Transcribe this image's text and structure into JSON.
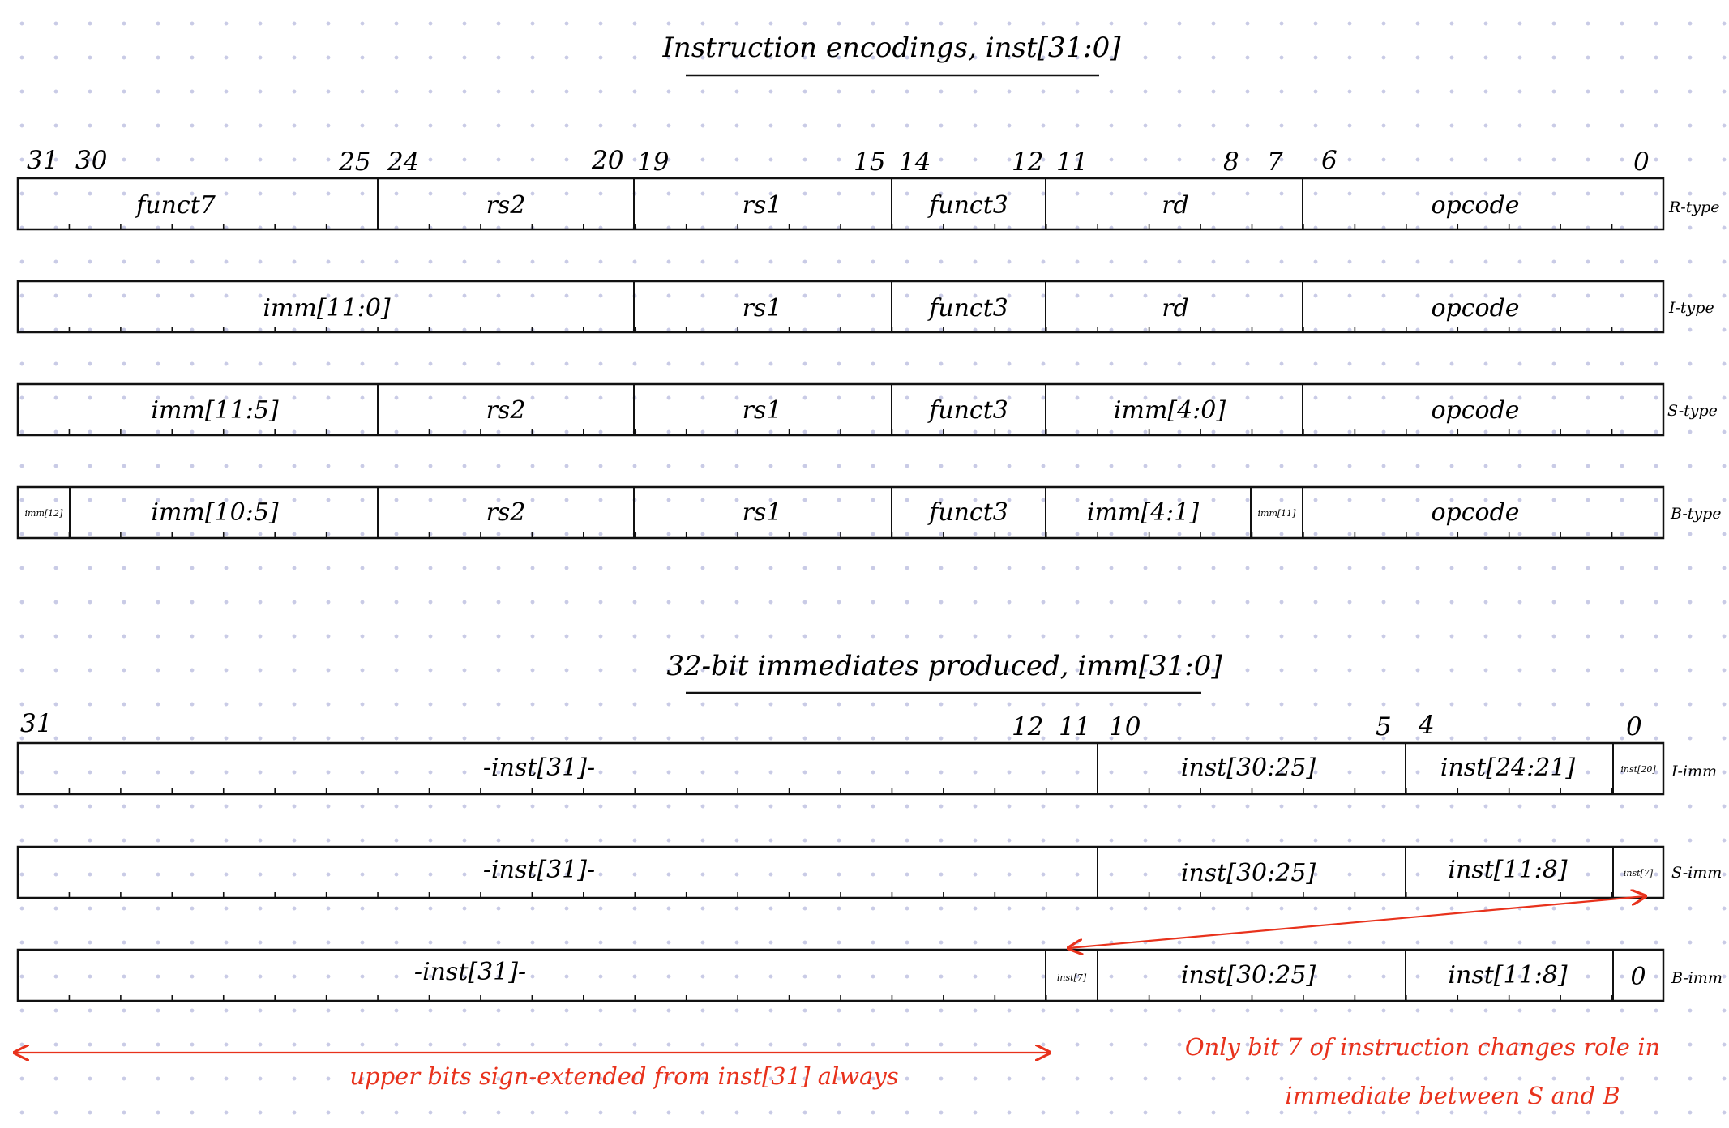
{
  "titles": {
    "encodings": "Instruction encodings, inst[31:0]",
    "immediates": "32-bit immediates produced, imm[31:0]"
  },
  "encoding_bit_numbers": [
    "31",
    "30",
    "25",
    "24",
    "20",
    "19",
    "15",
    "14",
    "12",
    "11",
    "8",
    "7",
    "6",
    "0"
  ],
  "immediate_bit_numbers": [
    "31",
    "12",
    "11",
    "10",
    "5",
    "4",
    "0"
  ],
  "formats": [
    {
      "label": "R-type",
      "fields": [
        "funct7",
        "rs2",
        "rs1",
        "funct3",
        "rd",
        "opcode"
      ]
    },
    {
      "label": "I-type",
      "fields": [
        "imm[11:0]",
        "rs1",
        "funct3",
        "rd",
        "opcode"
      ]
    },
    {
      "label": "S-type",
      "fields": [
        "imm[11:5]",
        "rs2",
        "rs1",
        "funct3",
        "imm[4:0]",
        "opcode"
      ]
    },
    {
      "label": "B-type",
      "fields": [
        "imm[12]",
        "imm[10:5]",
        "rs2",
        "rs1",
        "funct3",
        "imm[4:1]",
        "imm[11]",
        "opcode"
      ]
    }
  ],
  "immediates": [
    {
      "label": "I-imm",
      "fields": [
        "-inst[31]-",
        "inst[30:25]",
        "inst[24:21]",
        "inst[20]"
      ]
    },
    {
      "label": "S-imm",
      "fields": [
        "-inst[31]-",
        "inst[30:25]",
        "inst[11:8]",
        "inst[7]"
      ]
    },
    {
      "label": "B-imm",
      "fields": [
        "-inst[31]-",
        "inst[7]",
        "inst[30:25]",
        "inst[11:8]",
        "0"
      ]
    }
  ],
  "annotations": {
    "sign_extend": "upper bits sign-extended from inst[31] always",
    "bit7_line1": "Only bit 7 of instruction changes role in",
    "bit7_line2": "immediate between S and B"
  },
  "colors": {
    "ink": "#111111",
    "annotation": "#e8321c",
    "grid_dot": "#c9cbe6"
  }
}
